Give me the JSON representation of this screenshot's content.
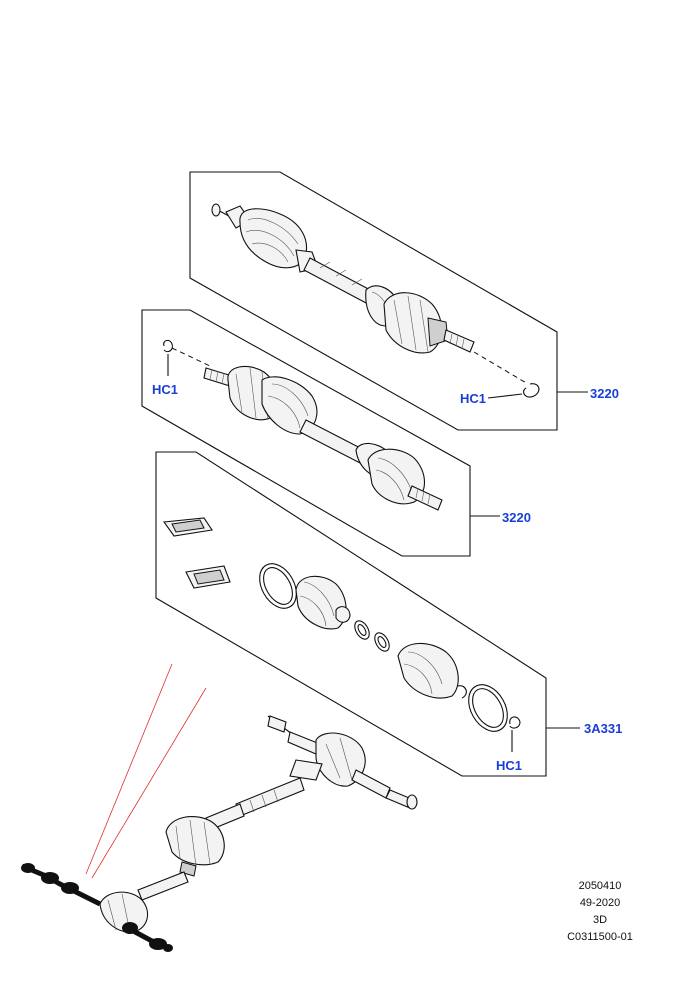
{
  "callouts": {
    "upper_shaft_part": "3220",
    "middle_shaft_part": "3220",
    "boot_kit_part": "3A331",
    "upper_clip": "HC1",
    "middle_clip": "HC1",
    "lower_clip": "HC1"
  },
  "footer": {
    "line1": "2050410",
    "line2": "49-2020",
    "line3": "3D",
    "line4": "C0311500-01"
  },
  "colors": {
    "callout_blue": "#1a3fd6",
    "line_black": "#111111",
    "guide_red": "#e03030"
  }
}
